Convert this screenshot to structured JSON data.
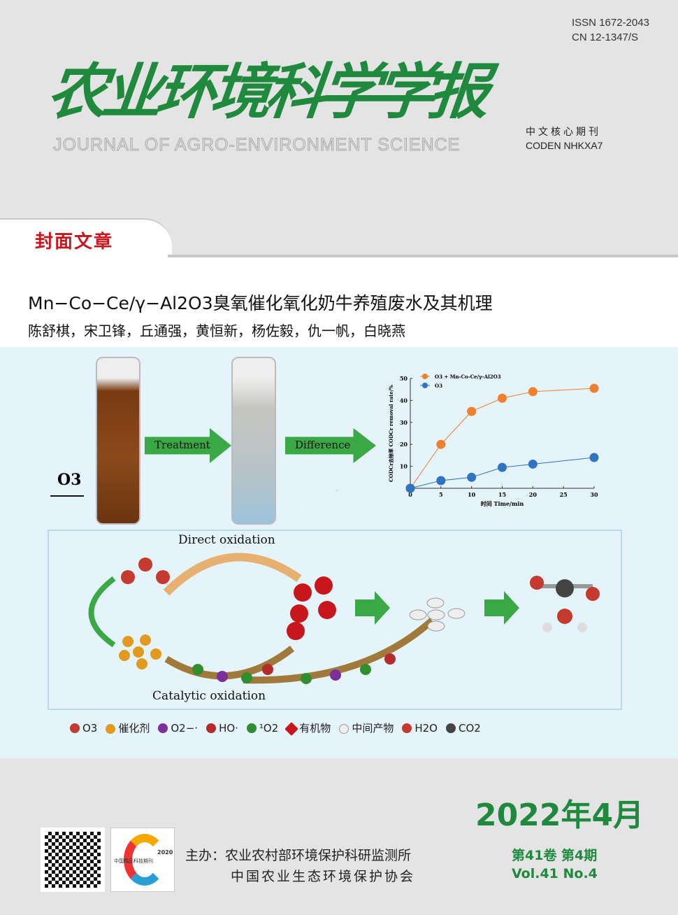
{
  "header": {
    "issn": "ISSN 1672-2043",
    "cn": "CN 12-1347/S",
    "title_cn": "农业环境科学学报",
    "title_en": "JOURNAL OF AGRO-ENVIRONMENT SCIENCE",
    "core": "中文核心期刊",
    "coden": "CODEN NHKXA7"
  },
  "cover_tab": "封面文章",
  "article": {
    "title": "Mn−Co−Ce/γ−Al2O3臭氧催化氧化奶牛养殖废水及其机理",
    "authors": "陈舒棋，宋卫锋，丘通强，黄恒新，杨佐毅，仇一帆，白晓燕"
  },
  "figure": {
    "o3": "O3",
    "treatment": "Treatment",
    "difference": "Difference",
    "direct": "Direct oxidation",
    "catalytic": "Catalytic oxidation",
    "legend": [
      "O3",
      "催化剂",
      "O2−·",
      "HO·",
      "¹O2",
      "有机物",
      "中间产物",
      "H2O",
      "CO2"
    ]
  },
  "chart_data": {
    "type": "line",
    "xlabel": "时间 Time/min",
    "ylabel": "CODCr去除率 CODCr removal rate/%",
    "xlim": [
      0,
      30
    ],
    "ylim": [
      0,
      50
    ],
    "xticks": [
      0,
      5,
      10,
      15,
      20,
      25,
      30
    ],
    "yticks": [
      10,
      20,
      30,
      40,
      50
    ],
    "series": [
      {
        "name": "O3 + Mn-Co-Ce/γ-Al2O3",
        "color": "#f07f2e",
        "x": [
          0,
          5,
          10,
          15,
          20,
          30
        ],
        "y": [
          0,
          20,
          35,
          41,
          44,
          45.5
        ]
      },
      {
        "name": "O3",
        "color": "#2f74c0",
        "x": [
          0,
          5,
          10,
          15,
          20,
          30
        ],
        "y": [
          0,
          3.5,
          5,
          9.5,
          11,
          14
        ]
      }
    ]
  },
  "footer": {
    "date": "2022年4月",
    "sponsor1": "主办：农业农村部环境保护科研监测所",
    "sponsor2": "中国农业生态环境保护协会",
    "vol_cn": "第41卷 第4期",
    "vol_en": "Vol.41 No.4",
    "logo_text": "中国精品科技期刊",
    "logo_year": "2020"
  }
}
